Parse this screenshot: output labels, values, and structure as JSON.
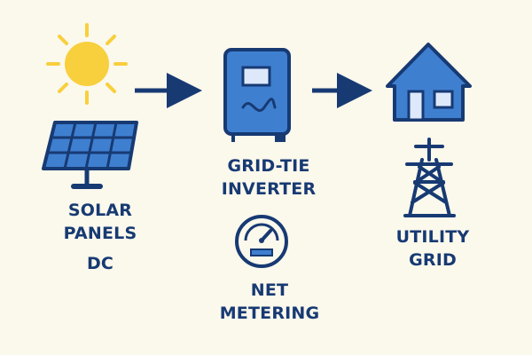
{
  "labels": {
    "solar_line1": "SOLAR",
    "solar_line2": "PANELS",
    "dc": "DC",
    "inverter_line1": "GRID-TIE",
    "inverter_line2": "INVERTER",
    "net_line1": "NET",
    "net_line2": "METERING",
    "grid_line1": "UTILITY",
    "grid_line2": "GRID"
  },
  "colors": {
    "background": "#fbf8ec",
    "text": "#173a73",
    "outline": "#173a73",
    "blue": "#3f7fd0",
    "light_blue": "#dde9fb",
    "sun": "#f8cf3d"
  },
  "icons": [
    "sun-icon",
    "solar-panel-icon",
    "inverter-icon",
    "house-icon",
    "transmission-tower-icon",
    "net-meter-icon"
  ]
}
